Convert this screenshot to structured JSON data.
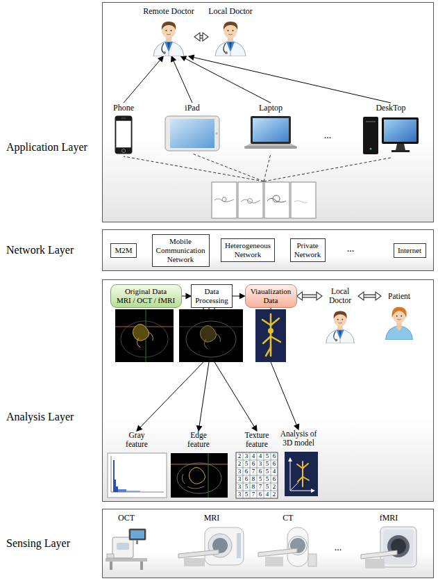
{
  "diagram": {
    "nodes": [
      {
        "text": [
          "Application Layer"
        ]
      },
      {
        "text": [
          "Remote Doctor"
        ],
        "in": 0
      },
      {
        "text": [
          "Local Doctor"
        ],
        "in": 0
      },
      {
        "text": [
          "Phone"
        ],
        "in": 0
      },
      {
        "text": [
          "iPad"
        ],
        "in": 0
      },
      {
        "text": [
          "Laptop"
        ],
        "in": 0
      },
      {
        "text": [
          "DeskTop"
        ],
        "in": 0
      },
      {
        "text": [
          "Network Layer"
        ]
      },
      {
        "text": [
          "M2M"
        ],
        "in": 7
      },
      {
        "text": [
          "Mobile Communication Network"
        ],
        "in": 7
      },
      {
        "text": [
          "Heterogeneous Network"
        ],
        "in": 7
      },
      {
        "text": [
          "Private Network"
        ],
        "in": 7
      },
      {
        "text": [
          "Internet"
        ],
        "in": 7
      },
      {
        "text": [
          "Analysis Layer"
        ]
      },
      {
        "text": [
          "Original Data",
          "MRI / OCT / fMRI"
        ],
        "in": 13
      },
      {
        "text": [
          "Data Processing"
        ],
        "in": 13
      },
      {
        "text": [
          "Viaualization Data"
        ],
        "in": 13
      },
      {
        "text": [
          "Local Doctor"
        ],
        "in": 13
      },
      {
        "text": [
          "Patient"
        ],
        "in": 13
      },
      {
        "text": [
          "Gray feature"
        ],
        "in": 13
      },
      {
        "text": [
          "Edge feature"
        ],
        "in": 13
      },
      {
        "text": [
          "Texture feature"
        ],
        "in": 13
      },
      {
        "text": [
          "Analysis of 3D model"
        ],
        "in": 13
      },
      {
        "text": [
          "Sensing Layer"
        ]
      },
      {
        "text": [
          "OCT"
        ],
        "in": 23
      },
      {
        "text": [
          "MRI"
        ],
        "in": 23
      },
      {
        "text": [
          "CT"
        ],
        "in": 23
      },
      {
        "text": [
          "fMRI"
        ],
        "in": 23
      }
    ],
    "edges": [
      {
        "from": 1,
        "to": 2,
        "arrow": "both"
      },
      {
        "from": 3,
        "to": 1,
        "arrow": "to"
      },
      {
        "from": 4,
        "to": 1,
        "arrow": "to"
      },
      {
        "from": 5,
        "to": 1,
        "arrow": "to"
      },
      {
        "from": 6,
        "to": 1,
        "arrow": "to"
      },
      {
        "from": 14,
        "to": 15,
        "arrow": "to"
      },
      {
        "from": 15,
        "to": 16,
        "arrow": "to"
      },
      {
        "from": 16,
        "to": 17,
        "arrow": "both"
      },
      {
        "from": 17,
        "to": 18,
        "arrow": "both"
      },
      {
        "from": 15,
        "to": 19,
        "arrow": "to"
      },
      {
        "from": 15,
        "to": 20,
        "arrow": "to"
      },
      {
        "from": 15,
        "to": 21,
        "arrow": "to"
      },
      {
        "from": 16,
        "to": 22,
        "arrow": "to"
      }
    ],
    "labels": [
      "...",
      "...",
      "...",
      "2",
      "3",
      "4",
      "4",
      "5",
      "6",
      "2",
      "5",
      "6",
      "3",
      "5",
      "6",
      "3",
      "6",
      "7",
      "6",
      "5",
      "4",
      "3",
      "6",
      "8",
      "5",
      "5",
      "6",
      "3",
      "5",
      "8",
      "7",
      "5",
      "2",
      "3",
      "5",
      "7",
      "6",
      "4",
      "2"
    ]
  }
}
